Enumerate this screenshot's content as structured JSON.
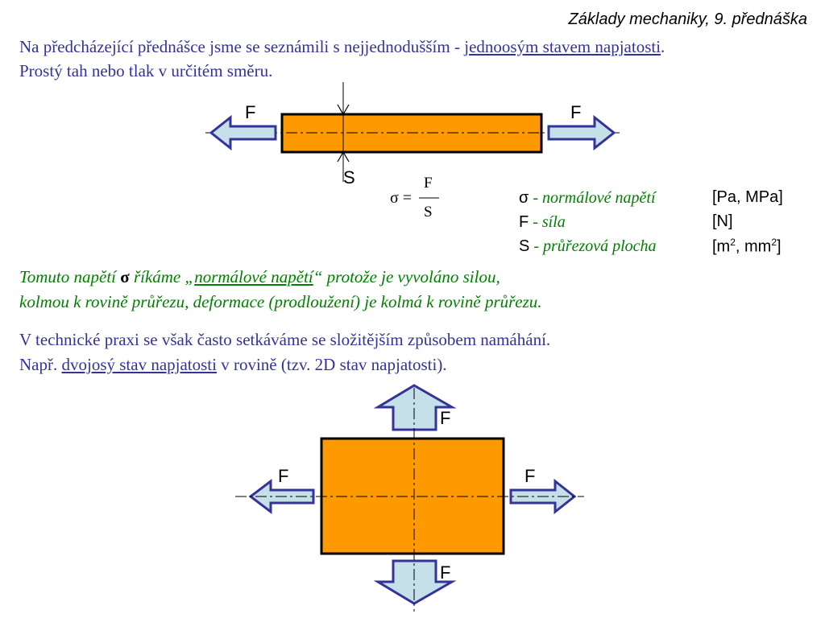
{
  "header": {
    "title": "Základy mechaniky, 9. přednáška"
  },
  "intro": {
    "line1_pre": "Na předcházející přednášce jsme se seznámili s nejjednodušším - ",
    "line1_link": "jednoosým stavem napjatosti",
    "line1_post": ".",
    "line2": "Prostý tah nebo tlak v určitém směru."
  },
  "diagram1": {
    "force_left": "F",
    "force_right": "F",
    "section_label": "S"
  },
  "formula": {
    "lhs": "σ =",
    "numerator": "F",
    "denominator": "S"
  },
  "legend": [
    {
      "symbol": "σ",
      "dash": " - ",
      "desc": "normálové napětí",
      "unit": "[Pa, MPa]"
    },
    {
      "symbol": "F",
      "dash": " - ",
      "desc": "síla",
      "unit": "[N]"
    },
    {
      "symbol": "S",
      "dash": " - ",
      "desc": "průřezová plocha",
      "unit_pre": "[m",
      "unit_sup1": "2",
      "unit_mid": ", mm",
      "unit_sup2": "2",
      "unit_post": "]"
    }
  ],
  "green_text": {
    "p1": "Tomuto napětí ",
    "sigma": "σ",
    "p2": " říkáme „",
    "link": "normálové napětí",
    "p3": "“ protože je vyvoláno silou,",
    "line2": "kolmou k rovině průřezu, deformace (prodloužení) je kolmá k rovině průřezu."
  },
  "tech": {
    "line1": "V technické praxi se však často setkáváme se složitějším způsobem namáhání.",
    "line2_pre": "Např. ",
    "line2_link": "dvojosý stav napjatosti",
    "line2_post": " v rovině (tzv. 2D stav napjatosti)."
  },
  "diagram2": {
    "force_top": "F",
    "force_left": "F",
    "force_right": "F",
    "force_bottom": "F"
  },
  "colors": {
    "bar_fill": "#ff9900",
    "arrow_fill": "#c5e0e8",
    "arrow_stroke": "#333399",
    "text_blue": "#333399",
    "text_green": "#008000"
  }
}
